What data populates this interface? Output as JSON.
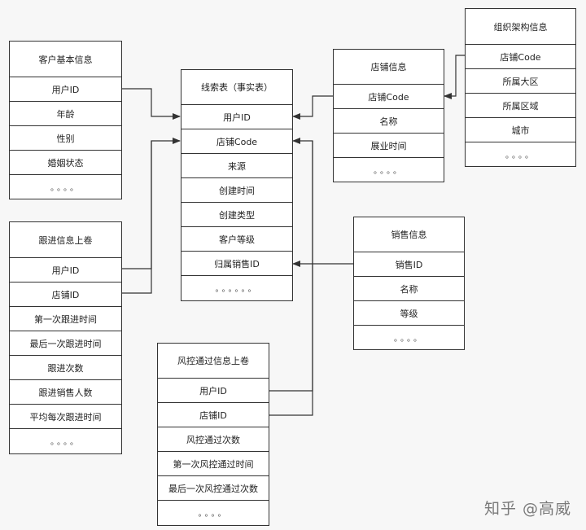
{
  "entities": {
    "customer": {
      "title": "客户基本信息",
      "rows": [
        "用户ID",
        "年龄",
        "性别",
        "婚姻状态",
        "。。。。"
      ]
    },
    "follow": {
      "title": "跟进信息上卷",
      "rows": [
        "用户ID",
        "店铺ID",
        "第一次跟进时间",
        "最后一次跟进时间",
        "跟进次数",
        "跟进销售人数",
        "平均每次跟进时间",
        "。。。。"
      ]
    },
    "leads": {
      "title": "线索表（事实表）",
      "rows": [
        "用户ID",
        "店铺Code",
        "来源",
        "创建时间",
        "创建类型",
        "客户等级",
        "归属销售ID",
        "。。。。。。"
      ]
    },
    "store": {
      "title": "店铺信息",
      "rows": [
        "店铺Code",
        "名称",
        "展业时间",
        "。。。。"
      ]
    },
    "org": {
      "title": "组织架构信息",
      "rows": [
        "店铺Code",
        "所属大区",
        "所属区域",
        "城市",
        "。。。。"
      ]
    },
    "sales": {
      "title": "销售信息",
      "rows": [
        "销售ID",
        "名称",
        "等级",
        "。。。。"
      ]
    },
    "risk": {
      "title": "风控通过信息上卷",
      "rows": [
        "用户ID",
        "店铺ID",
        "风控通过次数",
        "第一次风控通过时间",
        "最后一次风控通过次数",
        "。。。。"
      ]
    }
  },
  "watermark": "知乎 @高威"
}
